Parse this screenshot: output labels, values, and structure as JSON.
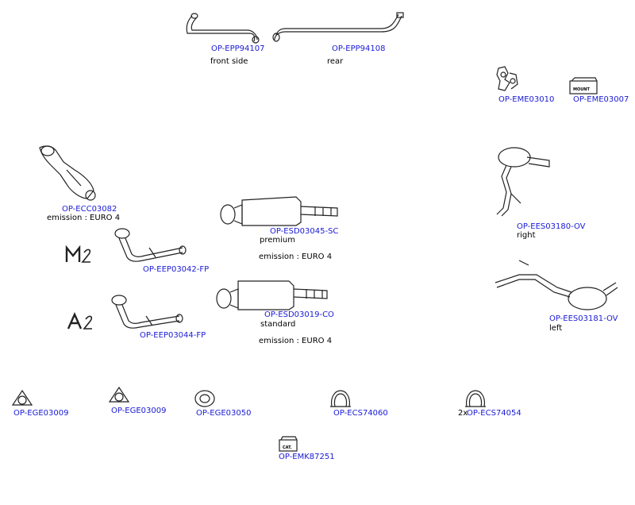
{
  "parts": [
    {
      "id": "epp94107",
      "code": "OP-EPP94107",
      "note": "front side"
    },
    {
      "id": "epp94108",
      "code": "OP-EPP94108",
      "note": "rear"
    },
    {
      "id": "eme03010",
      "code": "OP-EME03010"
    },
    {
      "id": "eme03007",
      "code": "OP-EME03007",
      "label": "MOUNT"
    },
    {
      "id": "ecc03082",
      "code": "OP-ECC03082",
      "note": "emission : EURO 4"
    },
    {
      "id": "esd03045",
      "code": "OP-ESD03045-SC",
      "note": "premium",
      "note2": "emission : EURO 4"
    },
    {
      "id": "ees03180",
      "code": "OP-EES03180-OV",
      "note": "right"
    },
    {
      "id": "eep03042",
      "code": "OP-EEP03042-FP",
      "badge": "M"
    },
    {
      "id": "esd03019",
      "code": "OP-ESD03019-CO",
      "note": "standard",
      "note2": "emission : EURO 4"
    },
    {
      "id": "ees03181",
      "code": "OP-EES03181-OV",
      "note": "left"
    },
    {
      "id": "eep03044",
      "code": "OP-EEP03044-FP",
      "badge": "A"
    },
    {
      "id": "ege03009a",
      "code": "OP-EGE03009"
    },
    {
      "id": "ege03009b",
      "code": "OP-EGE03009"
    },
    {
      "id": "ege03050",
      "code": "OP-EGE03050"
    },
    {
      "id": "ecs74060",
      "code": "OP-ECS74060"
    },
    {
      "id": "ecs74054",
      "code": "OP-ECS74054",
      "qty": "2x"
    },
    {
      "id": "emk87251",
      "code": "OP-EMK87251",
      "label": "CAT."
    }
  ]
}
